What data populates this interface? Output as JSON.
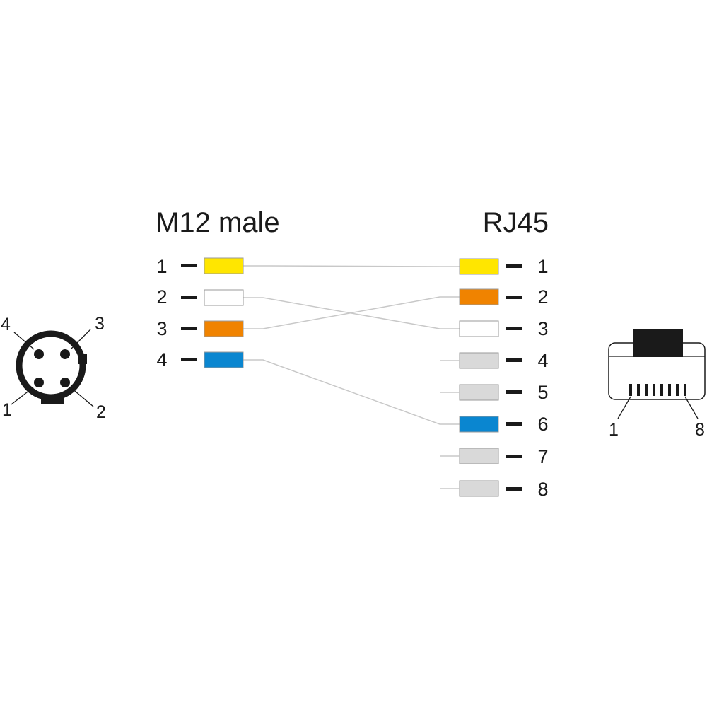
{
  "m12": {
    "title": "M12 male",
    "pins": [
      {
        "label": "1",
        "color": "#ffe600"
      },
      {
        "label": "2",
        "color": "#ffffff"
      },
      {
        "label": "3",
        "color": "#f08300"
      },
      {
        "label": "4",
        "color": "#0a86d0"
      }
    ]
  },
  "rj45": {
    "title": "RJ45",
    "pins": [
      {
        "label": "1",
        "color": "#ffe600"
      },
      {
        "label": "2",
        "color": "#f08300"
      },
      {
        "label": "3",
        "color": "#ffffff"
      },
      {
        "label": "4",
        "color": "#d9d9d9"
      },
      {
        "label": "5",
        "color": "#d9d9d9"
      },
      {
        "label": "6",
        "color": "#0a86d0"
      },
      {
        "label": "7",
        "color": "#d9d9d9"
      },
      {
        "label": "8",
        "color": "#d9d9d9"
      }
    ]
  },
  "wiring": [
    {
      "m12_pin": "1",
      "rj45_pin": "1"
    },
    {
      "m12_pin": "2",
      "rj45_pin": "3"
    },
    {
      "m12_pin": "3",
      "rj45_pin": "2"
    },
    {
      "m12_pin": "4",
      "rj45_pin": "6"
    }
  ],
  "m12_face": {
    "labels": {
      "top_left": "4",
      "top_right": "3",
      "bottom_left": "1",
      "bottom_right": "2"
    }
  },
  "rj45_plug": {
    "labels": {
      "left": "1",
      "right": "8"
    }
  },
  "colors": {
    "outline": "#1a1a1a",
    "wire": "#c8c8c8",
    "box_border": "#9a9a9a"
  }
}
